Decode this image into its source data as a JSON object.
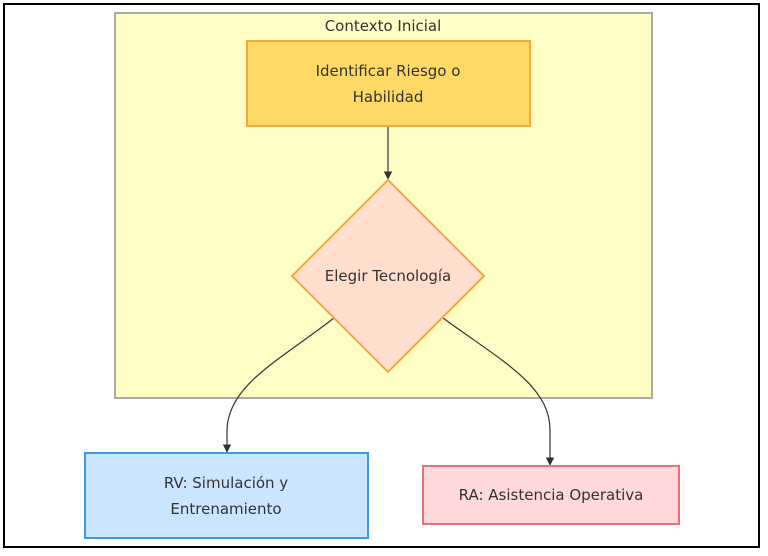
{
  "diagram": {
    "group": {
      "title": "Contexto Inicial",
      "fill": "#fffdc6",
      "stroke": "#aaaaaa"
    },
    "nodes": {
      "identify": {
        "lines": [
          "Identificar Riesgo o",
          "Habilidad"
        ],
        "fill": "#ffd966",
        "stroke": "#f2a93b"
      },
      "choose": {
        "label": "Elegir Tecnología",
        "fill": "#ffdecd",
        "stroke": "#f2a93b"
      },
      "vr": {
        "lines": [
          "RV: Simulación y",
          "Entrenamiento"
        ],
        "fill": "#cce5ff",
        "stroke": "#3c9ae8"
      },
      "ar": {
        "label": "RA: Asistencia Operativa",
        "fill": "#ffd8dc",
        "stroke": "#e8707a"
      }
    },
    "edges": [
      {
        "from": "identify",
        "to": "choose"
      },
      {
        "from": "choose",
        "to": "vr"
      },
      {
        "from": "choose",
        "to": "ar"
      }
    ]
  }
}
